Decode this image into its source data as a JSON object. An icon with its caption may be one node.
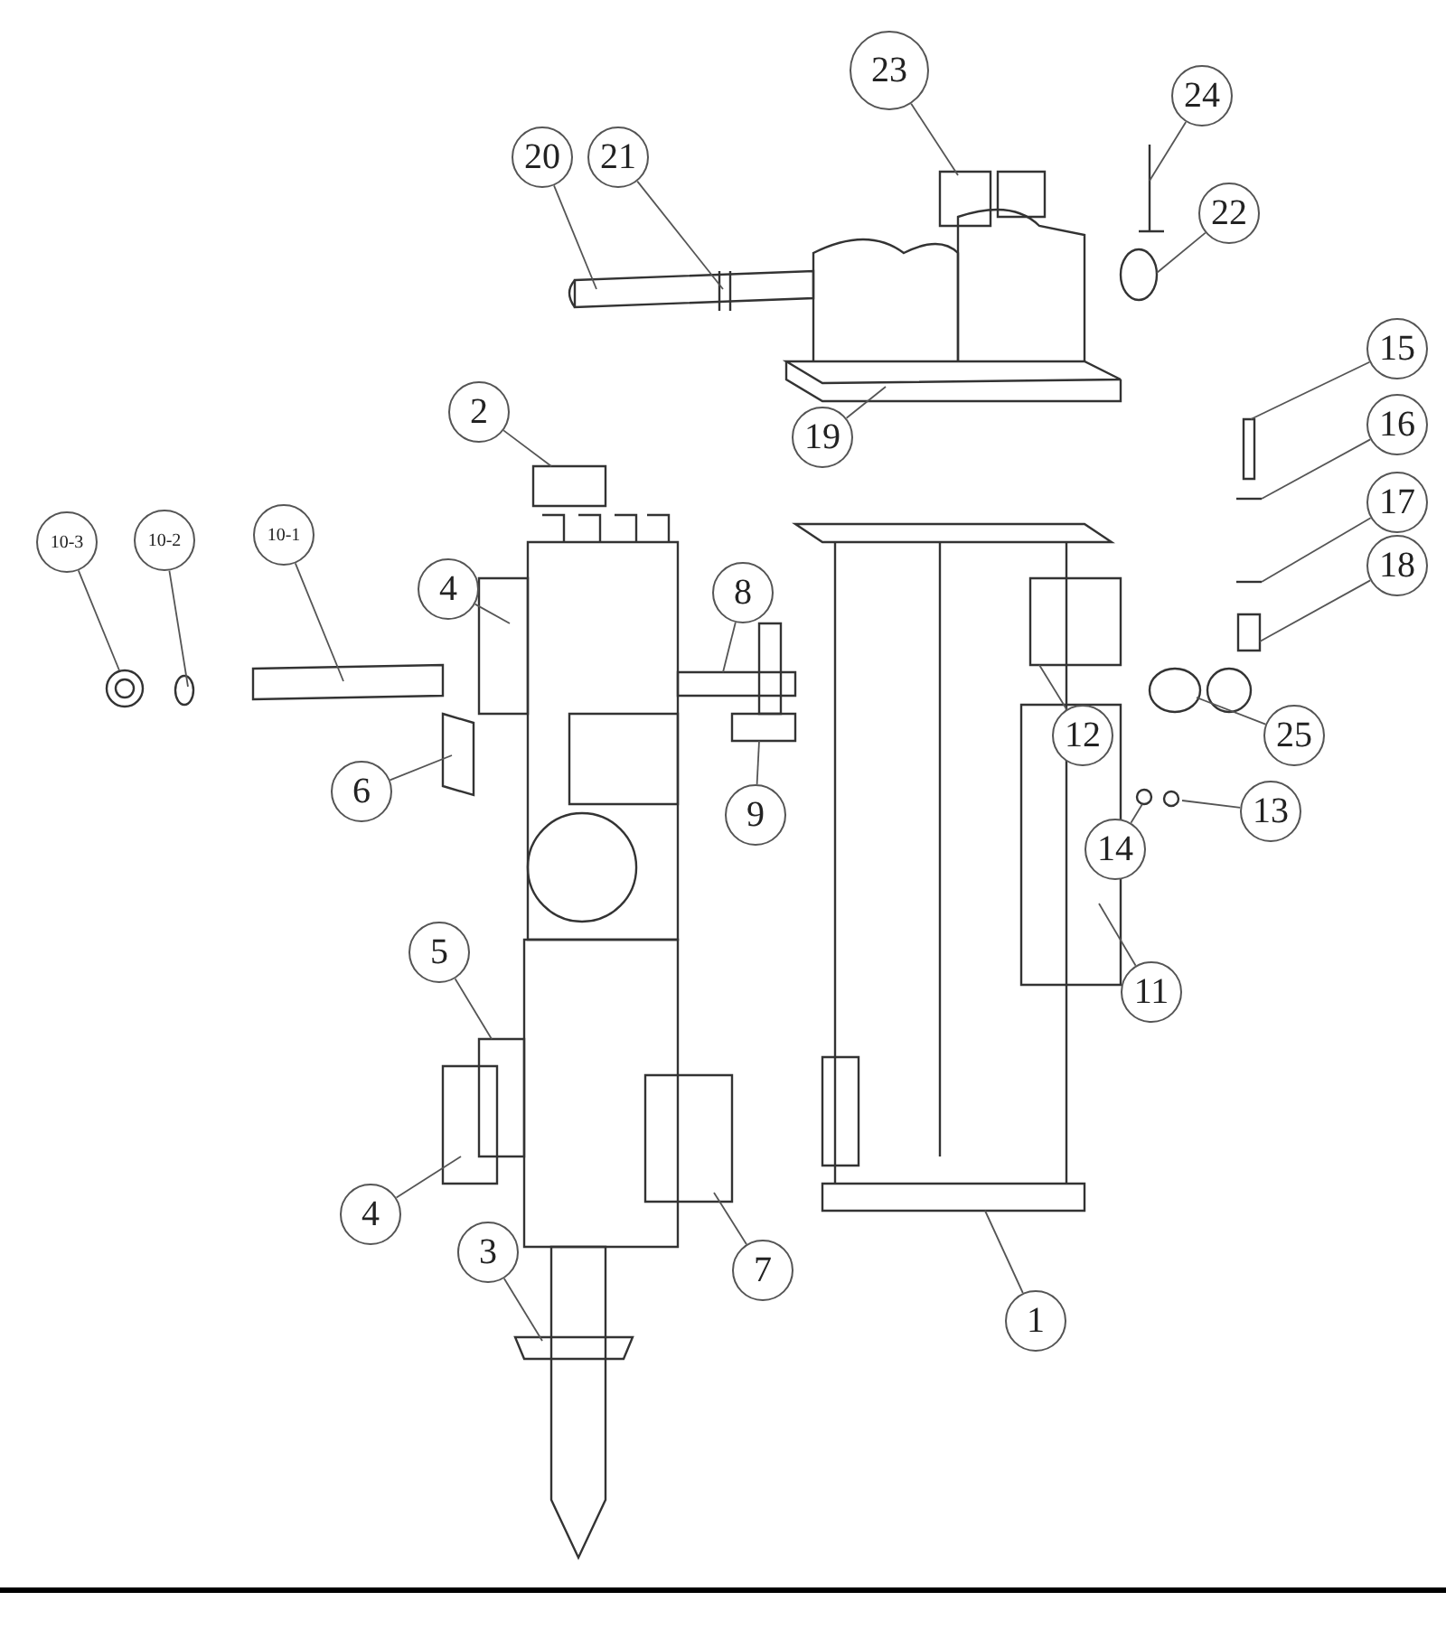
{
  "diagram": {
    "nodes": [
      {
        "text": [
          "23"
        ]
      },
      {
        "text": [
          "24"
        ]
      },
      {
        "text": [
          "20"
        ]
      },
      {
        "text": [
          "21"
        ]
      },
      {
        "text": [
          "22"
        ]
      },
      {
        "text": [
          "19"
        ]
      },
      {
        "text": [
          "15"
        ]
      },
      {
        "text": [
          "2"
        ]
      },
      {
        "text": [
          "16"
        ]
      },
      {
        "text": [
          "10-3"
        ]
      },
      {
        "text": [
          "10-2"
        ]
      },
      {
        "text": [
          "10-1"
        ]
      },
      {
        "text": [
          "4"
        ]
      },
      {
        "text": [
          "17"
        ]
      },
      {
        "text": [
          "8"
        ]
      },
      {
        "text": [
          "18"
        ]
      },
      {
        "text": [
          "12"
        ]
      },
      {
        "text": [
          "25"
        ]
      },
      {
        "text": [
          "6"
        ]
      },
      {
        "text": [
          "13"
        ]
      },
      {
        "text": [
          "9"
        ]
      },
      {
        "text": [
          "14"
        ]
      },
      {
        "text": [
          "5"
        ]
      },
      {
        "text": [
          "11"
        ]
      },
      {
        "text": [
          "4"
        ]
      },
      {
        "text": [
          "3"
        ]
      },
      {
        "text": [
          "7"
        ]
      },
      {
        "text": [
          "1"
        ]
      }
    ],
    "edges": [
      {
        "from": 0,
        "to": null,
        "arrow": "none"
      },
      {
        "from": 1,
        "to": null,
        "arrow": "none"
      },
      {
        "from": 2,
        "to": null,
        "arrow": "none"
      },
      {
        "from": 3,
        "to": null,
        "arrow": "none"
      },
      {
        "from": 4,
        "to": null,
        "arrow": "none"
      },
      {
        "from": 5,
        "to": null,
        "arrow": "none"
      },
      {
        "from": 6,
        "to": null,
        "arrow": "none"
      },
      {
        "from": 7,
        "to": null,
        "arrow": "none"
      },
      {
        "from": 8,
        "to": null,
        "arrow": "none"
      },
      {
        "from": 9,
        "to": null,
        "arrow": "none"
      },
      {
        "from": 10,
        "to": null,
        "arrow": "none"
      },
      {
        "from": 11,
        "to": null,
        "arrow": "none"
      },
      {
        "from": 12,
        "to": null,
        "arrow": "none"
      },
      {
        "from": 13,
        "to": null,
        "arrow": "none"
      },
      {
        "from": 14,
        "to": null,
        "arrow": "none"
      },
      {
        "from": 15,
        "to": null,
        "arrow": "none"
      },
      {
        "from": 16,
        "to": null,
        "arrow": "none"
      },
      {
        "from": 17,
        "to": null,
        "arrow": "none"
      },
      {
        "from": 18,
        "to": null,
        "arrow": "none"
      },
      {
        "from": 19,
        "to": null,
        "arrow": "none"
      },
      {
        "from": 20,
        "to": null,
        "arrow": "none"
      },
      {
        "from": 21,
        "to": null,
        "arrow": "none"
      },
      {
        "from": 22,
        "to": null,
        "arrow": "none"
      },
      {
        "from": 23,
        "to": null,
        "arrow": "none"
      },
      {
        "from": 24,
        "to": null,
        "arrow": "none"
      },
      {
        "from": 25,
        "to": null,
        "arrow": "none"
      },
      {
        "from": 26,
        "to": null,
        "arrow": "none"
      },
      {
        "from": 27,
        "to": null,
        "arrow": "none"
      }
    ]
  }
}
